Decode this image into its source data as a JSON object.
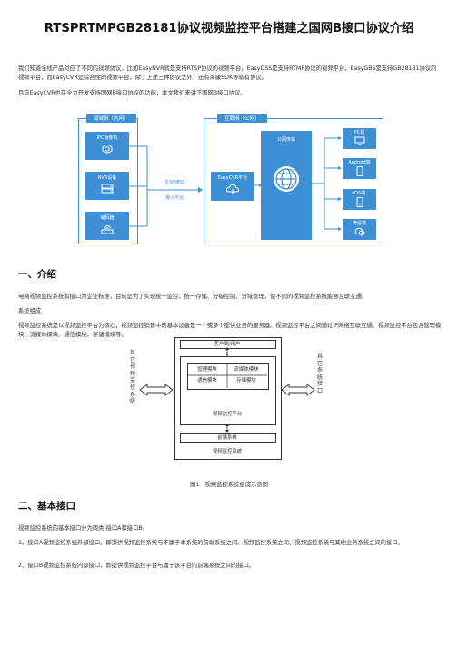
{
  "title": "RTSPRTMPGB28181协议视频监控平台搭建之国网B接口协议介绍",
  "intro": {
    "p1": "我们知道全线产品对应了不同的视频协议，比如EasyNVR就是支持RTSP协议的视频平台，EasyDSS是支持RTMP协议的视频平台，EasyGBS是支持GB28181协议的视频平台，而EasyCVR是综合性的视频平台，除了上述三种协议之外，还有海康SDK等私有协议。",
    "p2": "目前EasyCVR也在全力开发支持国网B接口协议的功能，本文我们来讲下国网B接口协议。"
  },
  "arch_diagram": {
    "lan_label": "局域网（内网）",
    "internet_label": "互联网（公网）",
    "devices": [
      {
        "label": "IPC摄像机",
        "icon": "camera-icon"
      },
      {
        "label": "NVR设备",
        "icon": "nvr-icon"
      },
      {
        "label": "编码器",
        "icon": "encoder-icon"
      }
    ],
    "push_label": "主动/被动",
    "access_label": "接入平台",
    "cvr_label": "EasyCVR平台",
    "transport_label": "公网传输",
    "clients": [
      {
        "label": "PC端",
        "icon": "monitor-icon"
      },
      {
        "label": "Android端",
        "icon": "android-phone-icon"
      },
      {
        "label": "iOS端",
        "icon": "ios-phone-icon"
      },
      {
        "label": "微信端",
        "icon": "wechat-icon"
      }
    ],
    "colors": {
      "accent": "#3d8fd6"
    }
  },
  "section1": {
    "heading": "一、介绍",
    "p1": "电网视频监控系统和接口为企业标准，目的是为了实现统一监控、统一存储、分级控制、分域管理，使不同的视频监控系统能够互联互通。",
    "p2": "系统组成",
    "p3": "视频监控系统是以视频监控平台为核心，视频监控销售中的基本设备是一个或多个提供业务的服务器。视频监控平台之间通过IP网络互联互通。视频监控平台包含管理模块、流媒体模块、通信模块、存储模块等。"
  },
  "block_diagram": {
    "left_label": "其它视频监控系统",
    "right_label": "其它系统接口",
    "client": "客户端/用户",
    "mgmt": "管理模块",
    "stream": "流媒体模块",
    "comm": "通信模块",
    "storage": "存储模块",
    "platform": "视频监控平台",
    "front": "前端系统",
    "system": "视频监控系统",
    "caption": "图1　视频监控系统组成示意图"
  },
  "section2": {
    "heading": "二、基本接口",
    "p1": "视频监控系统的基本接口分为两类:接口A和接口B。",
    "p2": "1、接口A视频监控系统外部接口，即提供视频监控系统与不属于本系统的前端系统之间、视频监控系统之间、视频监控系统与其他业务系统之间的接口。",
    "p3": "2、接口B视频监控系统内部接口，即提供视频监控平台与属于该平台的前端系统之间的接口。"
  }
}
